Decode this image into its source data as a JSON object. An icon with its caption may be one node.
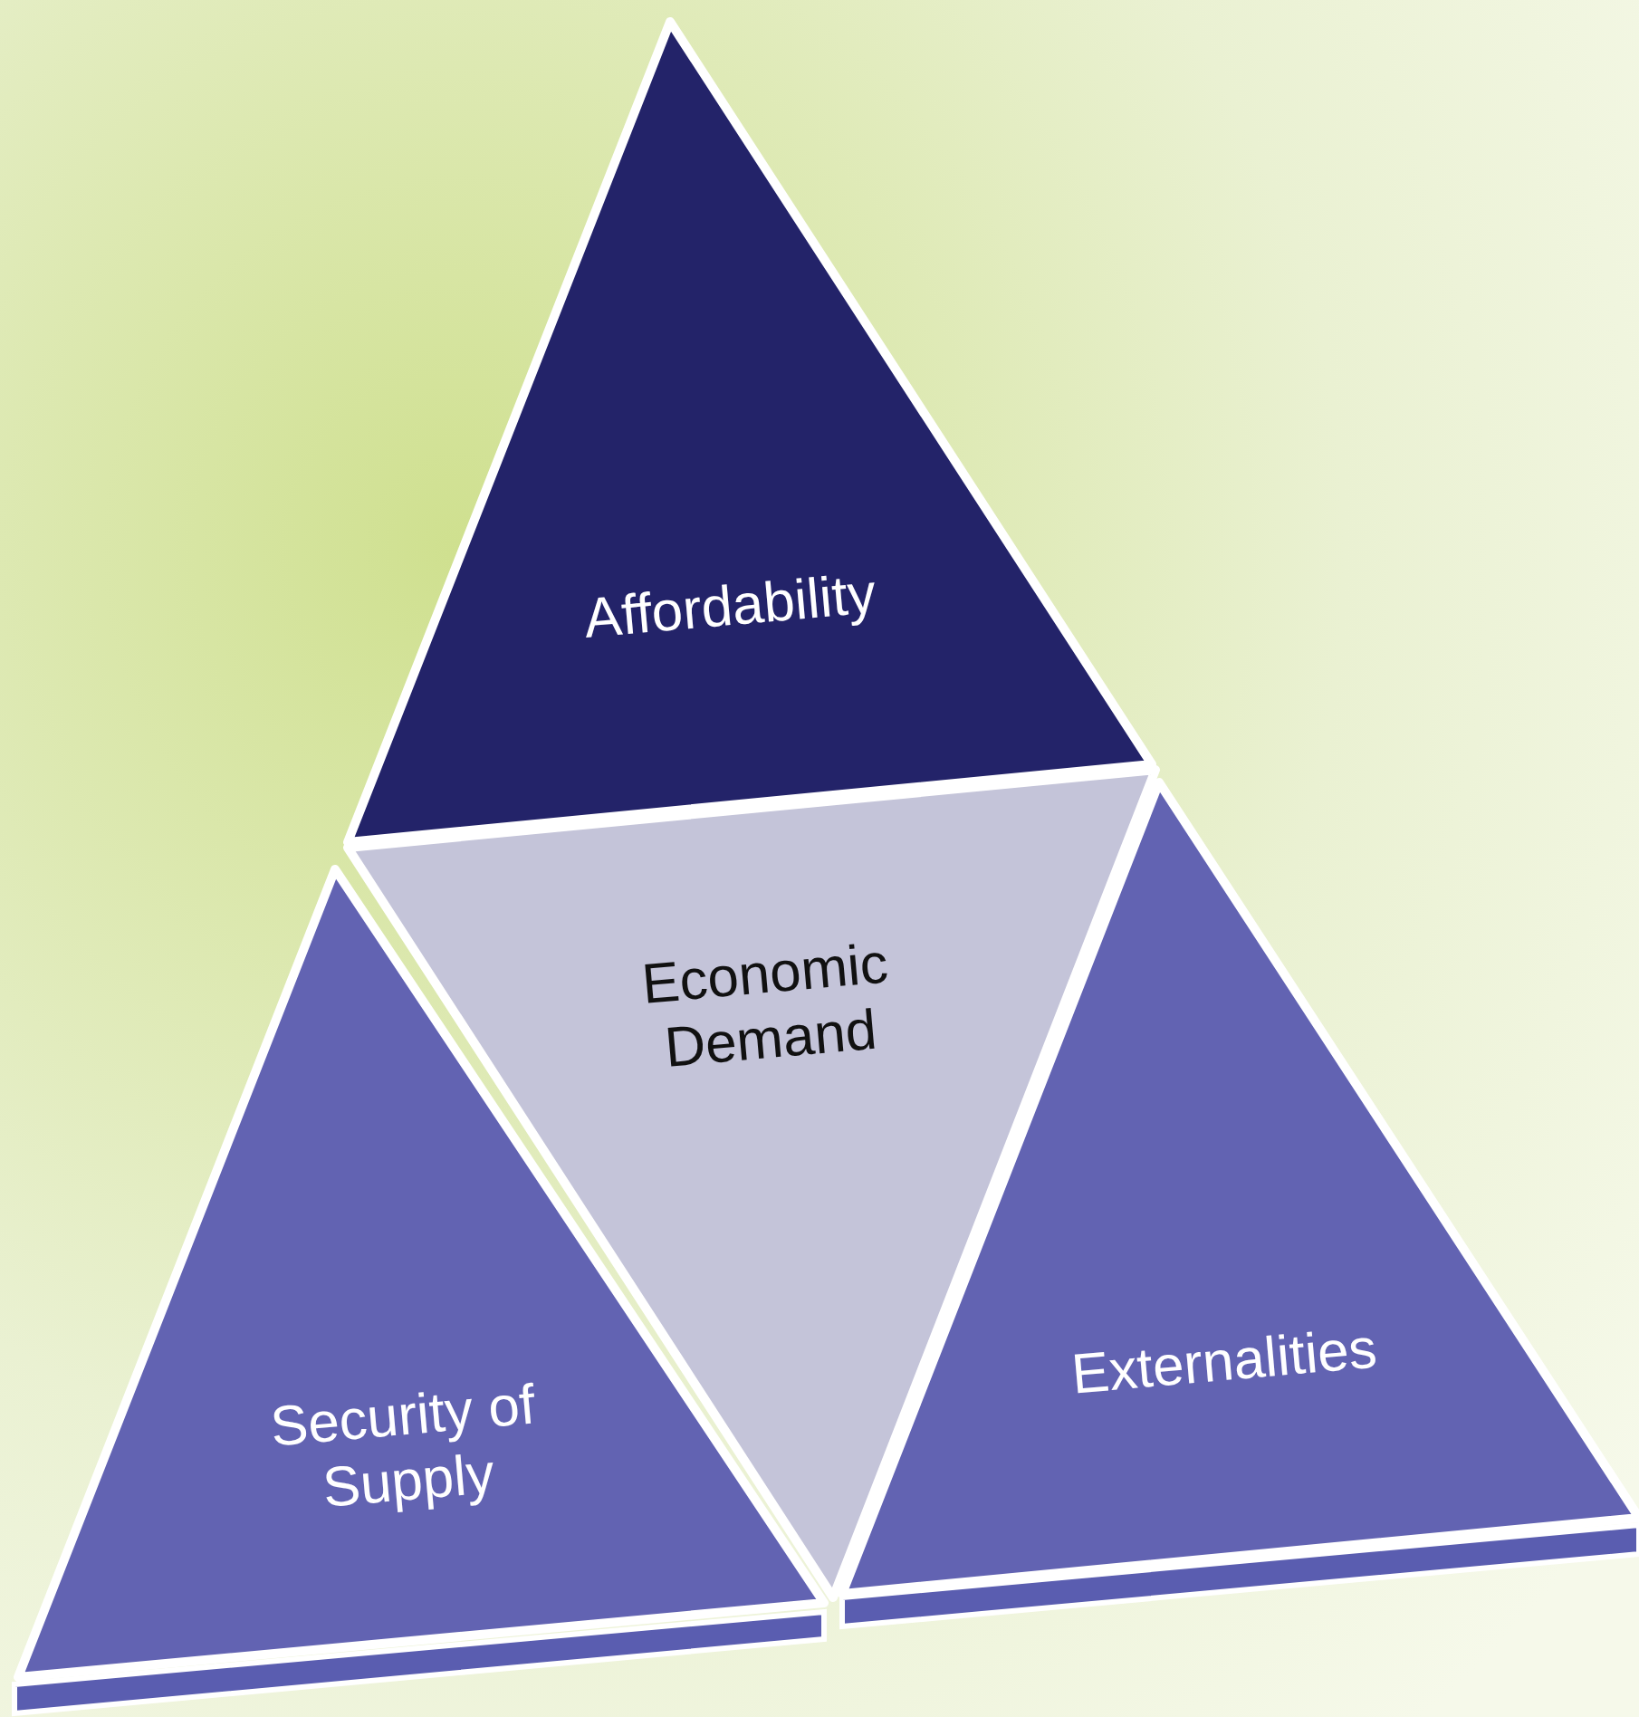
{
  "diagram": {
    "nodes": [
      {
        "text": [
          "Affordability"
        ]
      },
      {
        "text": [
          "Economic Demand"
        ]
      },
      {
        "text": [
          "Security of Supply"
        ]
      },
      {
        "text": [
          "Externalities"
        ]
      }
    ]
  }
}
